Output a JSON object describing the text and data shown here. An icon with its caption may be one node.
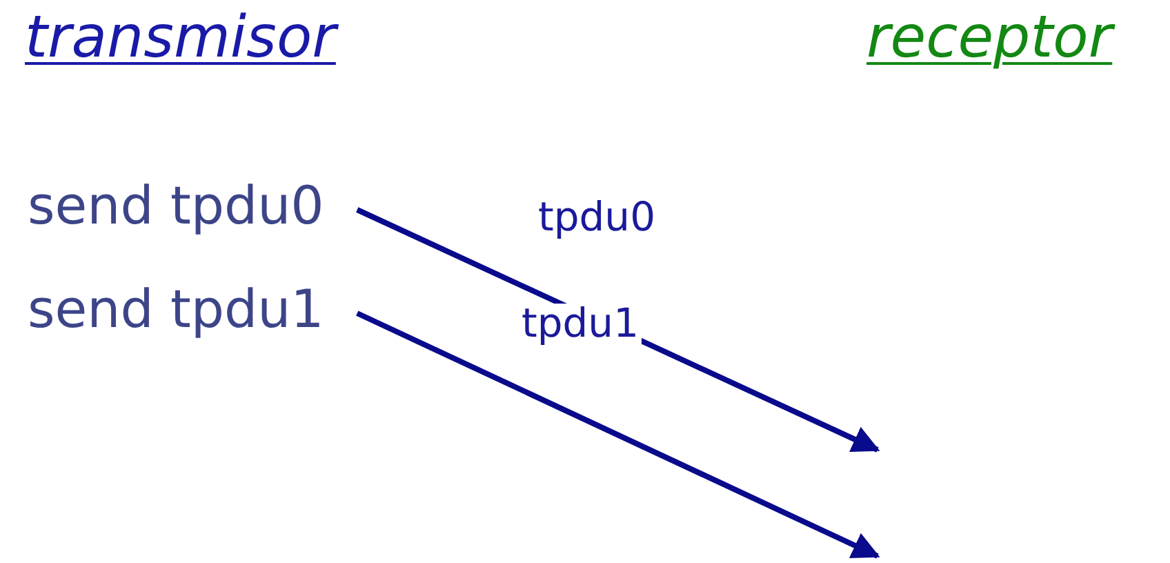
{
  "diagram": {
    "nodes": [
      {
        "text": [
          "send tpdu0"
        ]
      },
      {
        "text": [
          "send tpdu1"
        ]
      }
    ],
    "edges": [
      {
        "from": 0,
        "to": null,
        "arrow": "to",
        "label": "tpdu0"
      },
      {
        "from": 1,
        "to": null,
        "arrow": "to",
        "label": "tpdu1"
      }
    ],
    "labels": [
      "transmisor",
      "receptor"
    ]
  }
}
